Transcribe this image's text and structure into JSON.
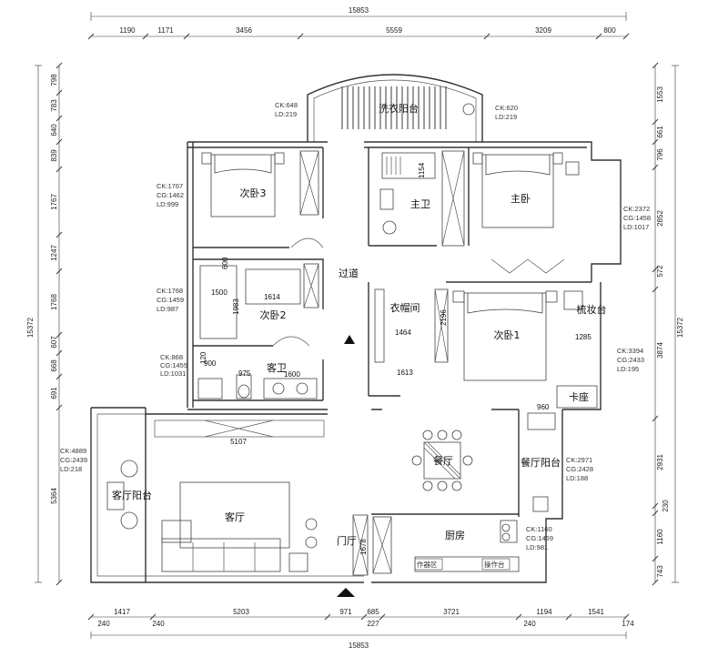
{
  "top_total": "15853",
  "top_dims": [
    {
      "v": "1190"
    },
    {
      "v": "1171"
    },
    {
      "v": "3456"
    },
    {
      "v": "5559"
    },
    {
      "v": "3209"
    },
    {
      "v": "800"
    }
  ],
  "bottom_total": "15853",
  "bottom_dims_a": [
    {
      "v": "1417"
    },
    {
      "v": "5203"
    },
    {
      "v": "971"
    },
    {
      "v": "685"
    },
    {
      "v": "3721"
    },
    {
      "v": "1194"
    },
    {
      "v": "1541"
    }
  ],
  "bottom_dims_b": [
    {
      "v": "240"
    },
    {
      "v": "240"
    },
    {
      "v": "227"
    },
    {
      "v": "240"
    },
    {
      "v": "174"
    }
  ],
  "left_total": "15372",
  "left_dims": [
    {
      "v": "798"
    },
    {
      "v": "783"
    },
    {
      "v": "640"
    },
    {
      "v": "839"
    },
    {
      "v": "1767"
    },
    {
      "v": "1247"
    },
    {
      "v": "1768"
    },
    {
      "v": "607"
    },
    {
      "v": "668"
    },
    {
      "v": "691"
    },
    {
      "v": "5364"
    }
  ],
  "right_total": "15372",
  "right_dims": [
    {
      "v": "1553"
    },
    {
      "v": "661"
    },
    {
      "v": "796"
    },
    {
      "v": "2852"
    },
    {
      "v": "572"
    },
    {
      "v": "3874"
    },
    {
      "v": "2931"
    },
    {
      "v": "230"
    },
    {
      "v": "1160"
    },
    {
      "v": "743"
    }
  ],
  "rooms": {
    "laundry_balcony": "洗衣阳台",
    "bedroom3": "次卧3",
    "master_bath": "主卫",
    "master_bedroom": "主卧",
    "corridor": "过道",
    "bedroom2": "次卧2",
    "wardrobe": "衣帽间",
    "bedroom1": "次卧1",
    "dresser": "梳妆台",
    "guest_bath": "客卫",
    "card_seat": "卡座",
    "dining": "餐厅",
    "dining_balcony": "餐厅阳台",
    "living_balcony": "客厅阳台",
    "living": "客厅",
    "entrance": "门厅",
    "kitchen": "厨房"
  },
  "info": {
    "laundry_left": [
      "CK:648",
      "LD:219"
    ],
    "laundry_right": [
      "CK:620",
      "LD:219"
    ],
    "bedroom3": [
      "CK:1767",
      "CG:1462",
      "LD:999"
    ],
    "bedroom2": [
      "CK:1768",
      "CG:1459",
      "LD:987"
    ],
    "guest_bath": [
      "CK:868",
      "CG:1455",
      "LD:1031"
    ],
    "master": [
      "CK:2372",
      "CG:1458",
      "LD:1017"
    ],
    "bedroom1": [
      "CK:3394",
      "CG:2433",
      "LD:195"
    ],
    "living_balcony": [
      "CK:4889",
      "CG:2439",
      "LD:218"
    ],
    "dining_balcony": [
      "CK:2971",
      "CG:2428",
      "LD:188"
    ],
    "kitchen": [
      "CK:1160",
      "CG:1459",
      "LD:981"
    ]
  },
  "inner_dims": {
    "d1154": "1154",
    "d600": "600",
    "d1500": "1500",
    "d1614": "1614",
    "d1983": "1983",
    "d2196": "2196",
    "d1464": "1464",
    "d1613": "1613",
    "d1285": "1285",
    "d120": "120",
    "d900": "900",
    "d975": "975",
    "d1600": "1600",
    "d960": "960",
    "d5107": "5107",
    "d1678": "1678"
  },
  "kitchen_labels": {
    "cooking_zone": "作器区",
    "work_table": "操作台"
  }
}
